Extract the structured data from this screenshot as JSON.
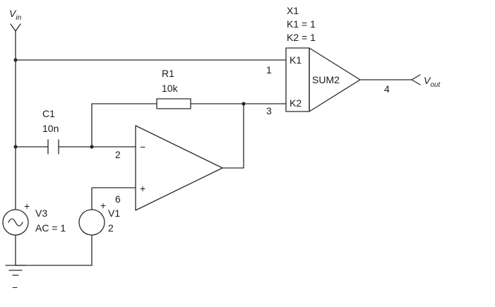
{
  "inputs": {
    "vin_main": "V",
    "vin_sub": "in",
    "vout_main": "V",
    "vout_sub": "out"
  },
  "summer": {
    "ref": "X1",
    "param_k1": "K1 = 1",
    "param_k2": "K2 = 1",
    "pin_k1": "K1",
    "pin_k2": "K2",
    "name": "SUM2"
  },
  "resistor": {
    "ref": "R1",
    "value": "10k"
  },
  "capacitor": {
    "ref": "C1",
    "value": "10n"
  },
  "opamp": {
    "minus_sign": "−",
    "plus_sign": "+"
  },
  "nodes": {
    "n1": "1",
    "n2": "2",
    "n3": "3",
    "n4": "4",
    "n6": "6"
  },
  "sources": {
    "v3_ref": "V3",
    "v3_value": "AC = 1",
    "v3_plus": "+",
    "v1_ref": "V1",
    "v1_value": "2",
    "v1_plus": "+"
  },
  "ground": {
    "minus_sign": "−"
  }
}
